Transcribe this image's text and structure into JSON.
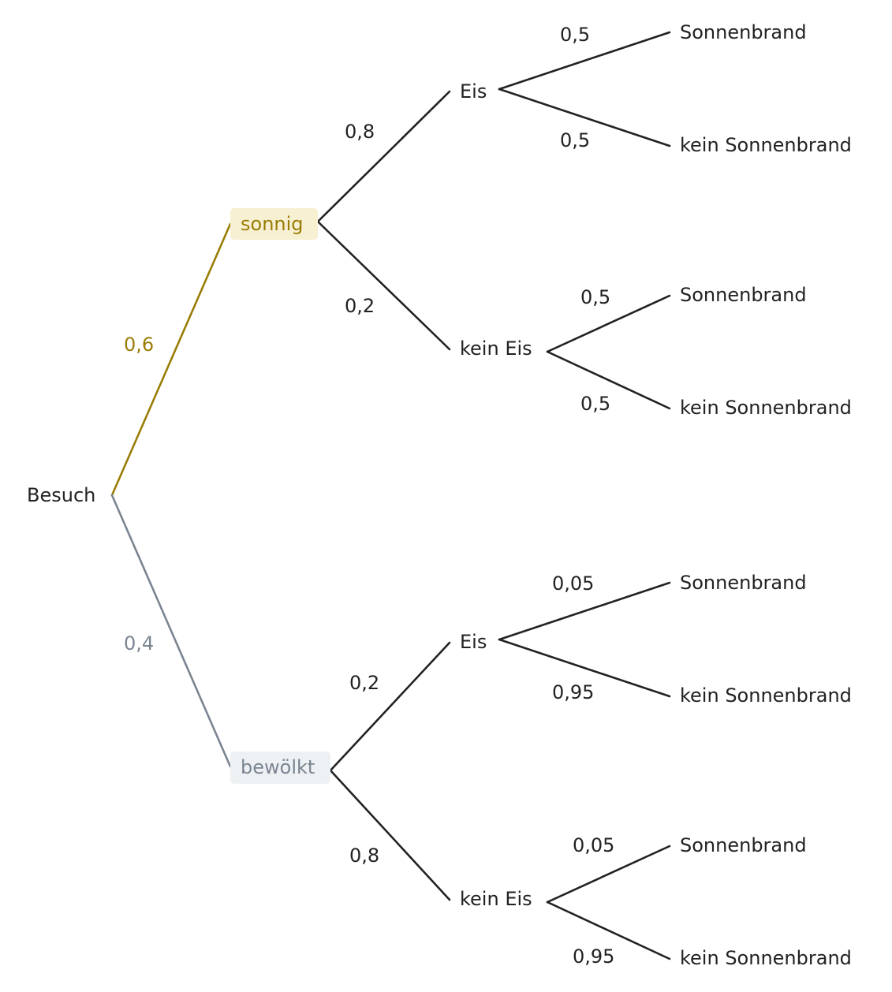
{
  "tree": {
    "root": "Besuch",
    "colors": {
      "ink": "#222222",
      "sunny": "#9a7d06",
      "sunny_bg": "#f7f0d2",
      "cloudy": "#7a8591",
      "cloudy_bg": "#eef1f3"
    },
    "level1": [
      {
        "label": "sonnig",
        "prob": "0,6"
      },
      {
        "label": "bewölkt",
        "prob": "0,4"
      }
    ],
    "level2": [
      {
        "label": "Eis",
        "prob": "0,8"
      },
      {
        "label": "kein Eis",
        "prob": "0,2"
      },
      {
        "label": "Eis",
        "prob": "0,2"
      },
      {
        "label": "kein Eis",
        "prob": "0,8"
      }
    ],
    "level3": [
      {
        "label": "Sonnenbrand",
        "prob": "0,5"
      },
      {
        "label": "kein Sonnenbrand",
        "prob": "0,5"
      },
      {
        "label": "Sonnenbrand",
        "prob": "0,5"
      },
      {
        "label": "kein Sonnenbrand",
        "prob": "0,5"
      },
      {
        "label": "Sonnenbrand",
        "prob": "0,05"
      },
      {
        "label": "kein Sonnenbrand",
        "prob": "0,95"
      },
      {
        "label": "Sonnenbrand",
        "prob": "0,05"
      },
      {
        "label": "kein Sonnenbrand",
        "prob": "0,95"
      }
    ]
  }
}
